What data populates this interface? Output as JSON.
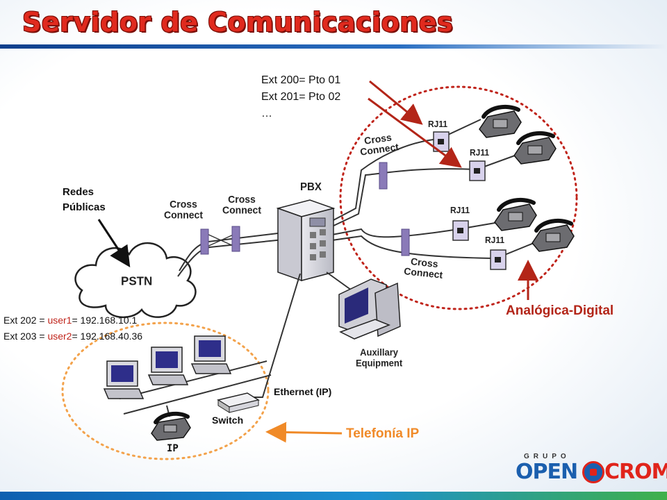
{
  "title": "Servidor de Comunicaciones",
  "extensions_analog": [
    "Ext 200= Pto 01",
    "Ext 201= Pto 02",
    "…"
  ],
  "redes": [
    "Redes",
    "Públicas"
  ],
  "ip_extensions": [
    {
      "ext": "Ext 202 = ",
      "user": "user1",
      "ip": "= 192.168.10.1"
    },
    {
      "ext": "Ext 203 = ",
      "user": "user2",
      "ip": "= 192.168.40.36"
    }
  ],
  "labels": {
    "analog_digital": "Analógica-Digital",
    "telefonia_ip": "Telefonía IP",
    "ethernet": "Ethernet (IP)",
    "switch": "Switch",
    "ip": "IP",
    "pstn": "PSTN",
    "pbx": "PBX",
    "cross_connect": [
      "Cross",
      "Connect"
    ],
    "rj11": "RJ11",
    "auxiliary": [
      "Auxillary",
      "Equipment"
    ]
  },
  "logo": {
    "grupo": "GRUPO",
    "open": "OPEN",
    "crom": "CROM"
  },
  "colors": {
    "title": "#e02a1e",
    "analog_accent": "#b32518",
    "ip_accent": "#f08a28",
    "cross_connect": "#8a7ab8",
    "brand_blue": "#1b5fae"
  }
}
